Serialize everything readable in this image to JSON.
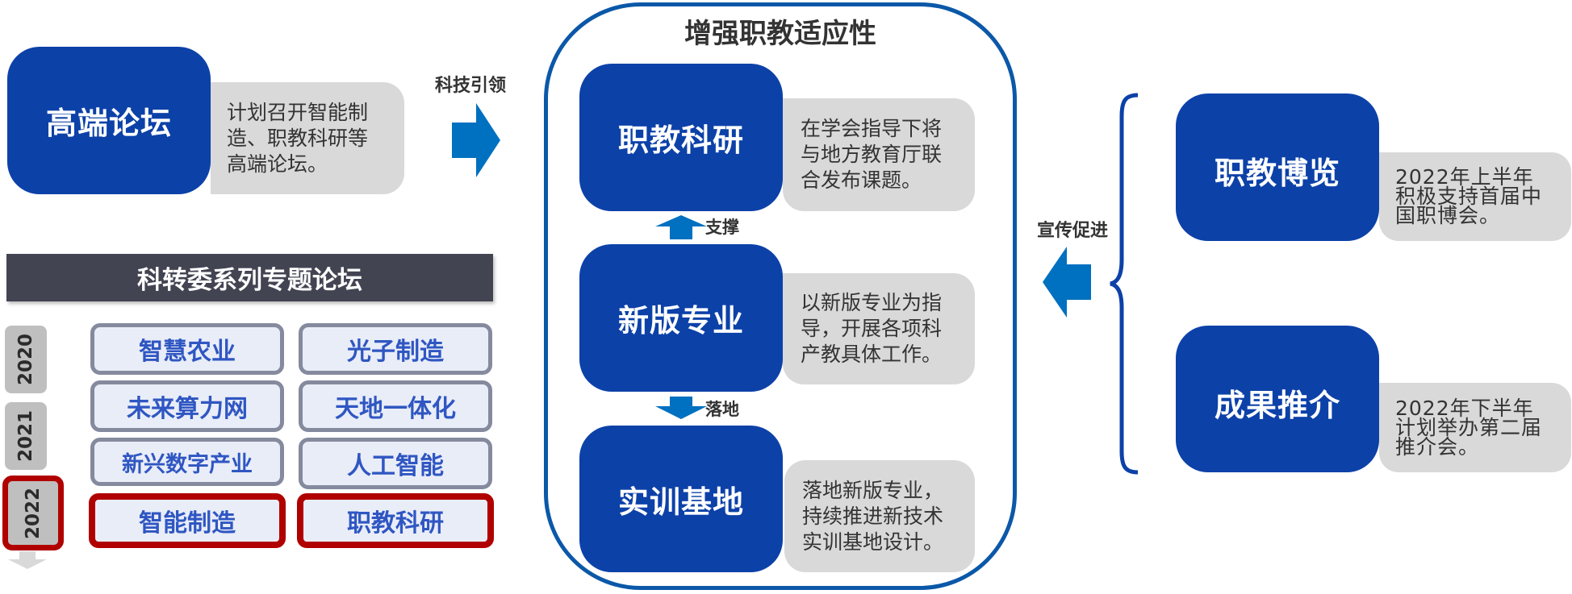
{
  "colors": {
    "primary_blue": "#0c41a8",
    "arrow_blue": "#0070c0",
    "frame_blue": "#0b58a8",
    "note_grey": "#d9d9d9",
    "header_dark": "#424452",
    "highlight_red": "#b00000",
    "topic_text_blue": "#2f56c2"
  },
  "left": {
    "forum": {
      "title": "高端论坛",
      "description": "计划召开智能制\n造、职教科研等\n高端论坛。"
    },
    "arrow_label": "科技引领",
    "series": {
      "header": "科转委系列专题论坛",
      "years": [
        {
          "label": "2020",
          "active": false
        },
        {
          "label": "2021",
          "active": false
        },
        {
          "label": "2022",
          "active": true
        }
      ],
      "topics": [
        {
          "label": "智慧农业",
          "active": false
        },
        {
          "label": "光子制造",
          "active": false
        },
        {
          "label": "未来算力网",
          "active": false
        },
        {
          "label": "天地一体化",
          "active": false
        },
        {
          "label": "新兴数字产业",
          "active": false
        },
        {
          "label": "人工智能",
          "active": false
        },
        {
          "label": "智能制造",
          "active": true
        },
        {
          "label": "职教科研",
          "active": true
        }
      ]
    }
  },
  "center": {
    "title": "增强职教适应性",
    "blocks": [
      {
        "title": "职教科研",
        "description": "在学会指导下将\n与地方教育厅联\n合发布课题。"
      },
      {
        "title": "新版专业",
        "description": "以新版专业为指\n导，开展各项科\n产教具体工作。"
      },
      {
        "title": "实训基地",
        "description": "落地新版专业，\n持续推进新技术\n实训基地设计。"
      }
    ],
    "connectors": {
      "up_label": "支撑",
      "down_label": "落地"
    }
  },
  "right": {
    "arrow_label": "宣传促进",
    "blocks": [
      {
        "title": "职教博览",
        "description": "2022年上半年\n积极支持首届中\n国职博会。"
      },
      {
        "title": "成果推介",
        "description": "2022年下半年\n计划举办第二届\n推介会。"
      }
    ]
  }
}
